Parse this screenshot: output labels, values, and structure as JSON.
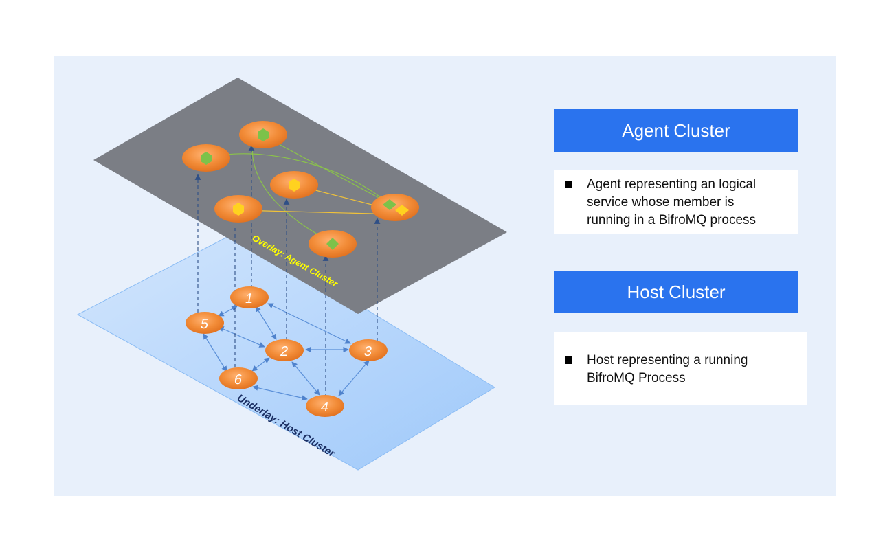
{
  "overlay_label": "Overlay: Agent Cluster",
  "underlay_label": "Underlay: Host Cluster",
  "agent_header": "Agent Cluster",
  "agent_desc": {
    "line1": "Agent representing an logical",
    "line2": "service whose member is",
    "line3": "running in a BifroMQ process"
  },
  "host_header": "Host Cluster",
  "host_desc": {
    "line1": "Host representing a running",
    "line2": "BifroMQ Process"
  },
  "host_nodes": {
    "n1": "1",
    "n2": "2",
    "n3": "3",
    "n4": "4",
    "n5": "5",
    "n6": "6"
  },
  "colors": {
    "panel_bg": "#e8f0fb",
    "overlay_plane": "#7b7e85",
    "underlay_plane": "#a9d0fb",
    "node_orange": "#f28c38",
    "header_blue": "#2a73ee",
    "agent_green": "#7cc24a",
    "agent_yellow": "#ffd21f",
    "edge_blue": "#5a8fd8"
  }
}
